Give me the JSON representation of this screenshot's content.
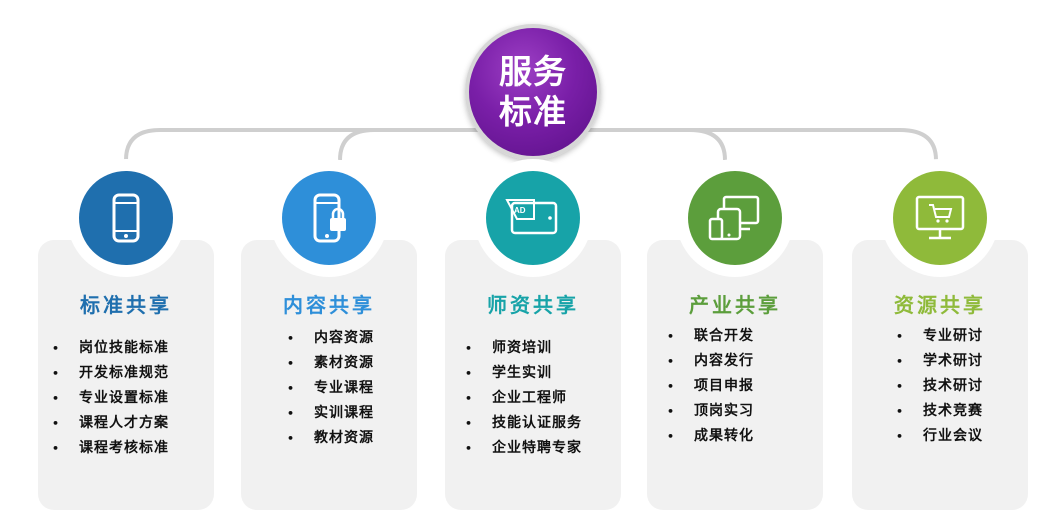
{
  "hub": {
    "line1": "服务",
    "line2": "标准"
  },
  "cards": [
    {
      "title": "标准共享",
      "color": "#1f6fae",
      "icon": "smartphone-icon",
      "items": [
        "岗位技能标准",
        "开发标准规范",
        "专业设置标准",
        "课程人才方案",
        "课程考核标准"
      ]
    },
    {
      "title": "内容共享",
      "color": "#2e8fd9",
      "icon": "locked-phone-icon",
      "items": [
        "内容资源",
        "素材资源",
        "专业课程",
        "实训课程",
        "教材资源"
      ]
    },
    {
      "title": "师资共享",
      "color": "#17a3a8",
      "icon": "ad-tablet-icon",
      "items": [
        "师资培训",
        "学生实训",
        "企业工程师",
        "技能认证服务",
        "企业特聘专家"
      ]
    },
    {
      "title": "产业共享",
      "color": "#5c9e3c",
      "icon": "multi-device-icon",
      "items": [
        "联合开发",
        "内容发行",
        "项目申报",
        "顶岗实习",
        "成果转化"
      ]
    },
    {
      "title": "资源共享",
      "color": "#8fba3a",
      "icon": "shopping-monitor-icon",
      "items": [
        "专业研讨",
        "学术研讨",
        "技术研讨",
        "技术竞赛",
        "行业会议"
      ]
    }
  ]
}
